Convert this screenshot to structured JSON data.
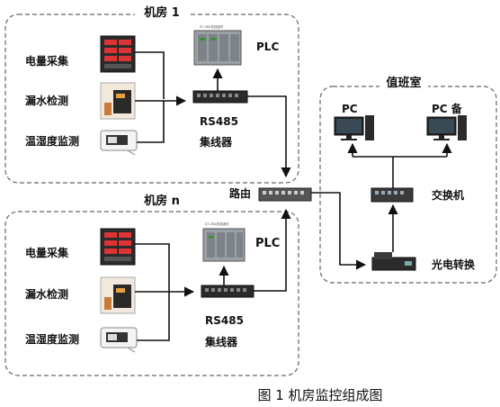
{
  "room1": {
    "title": "机房 1",
    "sensors": [
      "电量采集",
      "漏水检测",
      "温湿度监测"
    ],
    "plc_label": "PLC",
    "plc_small_text": "S7-300总线选件",
    "hub_label": "RS485",
    "hub_sublabel": "集线器"
  },
  "roomN": {
    "title": "机房 n",
    "sensors": [
      "电量采集",
      "漏水检测",
      "温湿度监测"
    ],
    "plc_label": "PLC",
    "plc_small_text": "S7-300总线选件",
    "hub_label": "RS485",
    "hub_sublabel": "集线器"
  },
  "router": {
    "label": "路由"
  },
  "duty_room": {
    "title": "值班室",
    "pc_label": "PC",
    "pc_backup_label": "PC 备",
    "switch_label": "交换机",
    "converter_label": "光电转换"
  },
  "caption": "图 1 机房监控组成图",
  "colors": {
    "line": "#111111",
    "border": "#666666",
    "device_dark": "#2b2b2b",
    "plc_gray": "#9aa0a4"
  }
}
